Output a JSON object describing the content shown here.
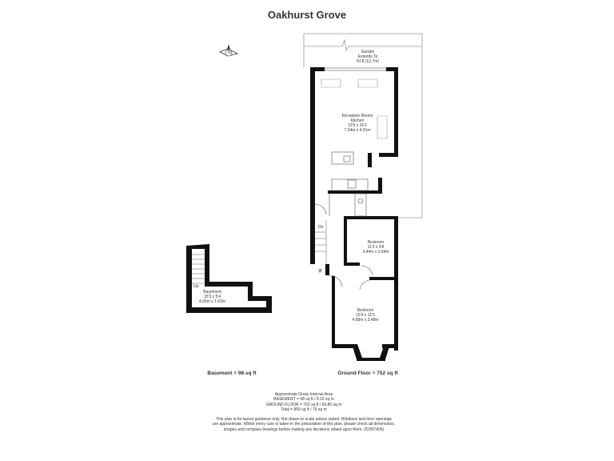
{
  "title": "Oakhurst Grove",
  "compass": {
    "label": "N"
  },
  "garden": {
    "label": "Garden",
    "line2": "Extends To",
    "size": "41'8 (12.7m)"
  },
  "rooms": [
    {
      "name": "Reception Room/",
      "name2": "Kitchen",
      "imperial": "23'9 x 16'1",
      "metric": "7.24m x 4.91m"
    },
    {
      "name": "Bedroom",
      "imperial": "11'3 x 9'8",
      "metric": "3.44m x 2.94m"
    },
    {
      "name": "Bedroom",
      "imperial": "15'4 x 11'5",
      "metric": "4.68m x 3.48m"
    },
    {
      "name": "Basement",
      "imperial": "15'3 x 5'4",
      "metric": "4.65m x 1.62m"
    }
  ],
  "labels": {
    "down": "Dn",
    "up": "Up",
    "in": "IN"
  },
  "floors": {
    "basement": "Basement = 98 sq ft",
    "ground": "Ground Floor = 752 sq ft"
  },
  "area": {
    "heading": "Approximate Gross Internal Area",
    "basement": "BASEMENT = 98 sq ft / 9.10 sq m",
    "ground": "GROUND FLOOR = 752 sq ft / 69.86 sq m",
    "total": "Total = 850 sq ft / 79 sq m"
  },
  "disclaimer": [
    "This plan is for layout guidance only. Not drawn to scale unless stated. Windows and door openings",
    "are approximate. Whilst every care is taken in the preparation of this plan, please check all dimensions,",
    "shapes and compass bearings before making any decisions reliant upon them. (ID357409)"
  ]
}
